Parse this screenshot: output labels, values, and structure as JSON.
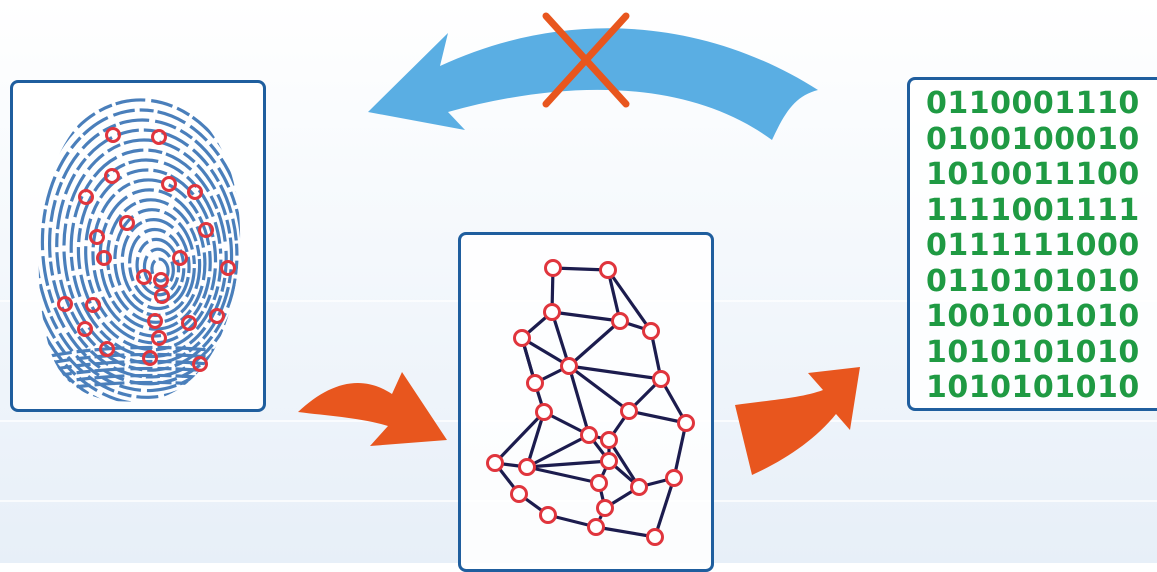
{
  "colors": {
    "panel_border": "#1f5e9e",
    "minutiae": "#e0353d",
    "graph_edges": "#1c1c4e",
    "forward_arrow": "#e8561e",
    "backward_arrow": "#5aaee3",
    "cross": "#e8561e",
    "binary_text": "#1f9a43",
    "fingerprint_ridges": "#4a7fbb"
  },
  "icons": {
    "fingerprint": "fingerprint-with-minutiae-icon",
    "graph": "minutiae-graph-icon",
    "forward_arrow_1": "orange-curved-arrow-icon",
    "forward_arrow_2": "orange-curved-arrow-icon",
    "return_arrow": "blue-curved-arrow-icon",
    "blocked": "orange-x-icon"
  },
  "binary_code": [
    "0110001110",
    "0100100010",
    "1010011100",
    "1111001111",
    "0111111000",
    "0110101010",
    "1001001010",
    "1010101010",
    "1010101010"
  ]
}
